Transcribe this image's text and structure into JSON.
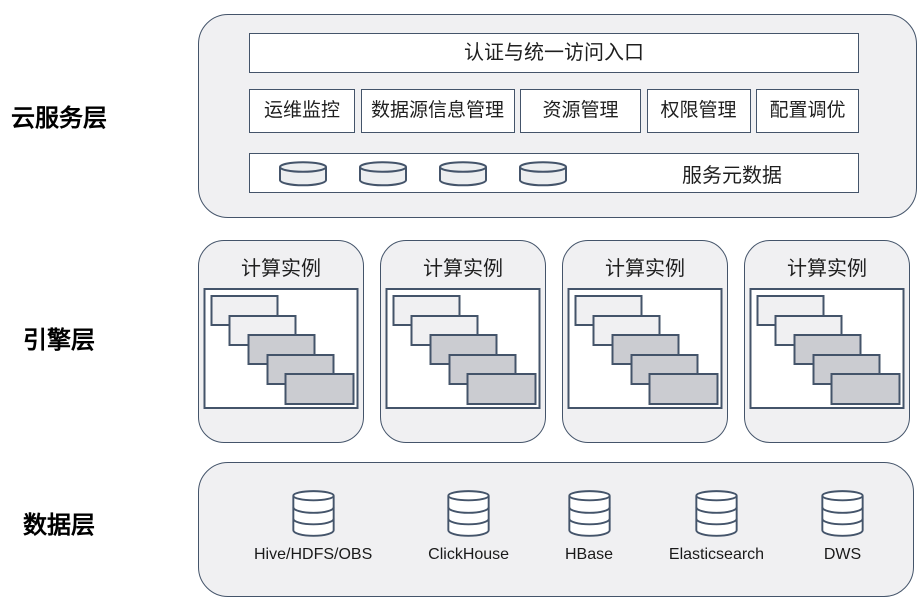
{
  "colors": {
    "border": "#44546a",
    "panel_fill": "#f0f0f2",
    "box_fill": "#ffffff",
    "cascade_light": "#f0f0f2",
    "cascade_dark": "#cbccd1",
    "text": "#1f1f1f"
  },
  "layers": {
    "cloud_service": {
      "label": "云服务层",
      "auth_entry": "认证与统一访问入口",
      "modules": [
        "运维监控",
        "数据源信息管理",
        "资源管理",
        "权限管理",
        "配置调优"
      ],
      "service_metadata": "服务元数据",
      "metadata_db_count": 4
    },
    "engine": {
      "label": "引擎层",
      "instances": [
        {
          "label": "计算实例"
        },
        {
          "label": "计算实例"
        },
        {
          "label": "计算实例"
        },
        {
          "label": "计算实例"
        }
      ]
    },
    "data": {
      "label": "数据层",
      "stores": [
        "Hive/HDFS/OBS",
        "ClickHouse",
        "HBase",
        "Elasticsearch",
        "DWS"
      ]
    }
  }
}
